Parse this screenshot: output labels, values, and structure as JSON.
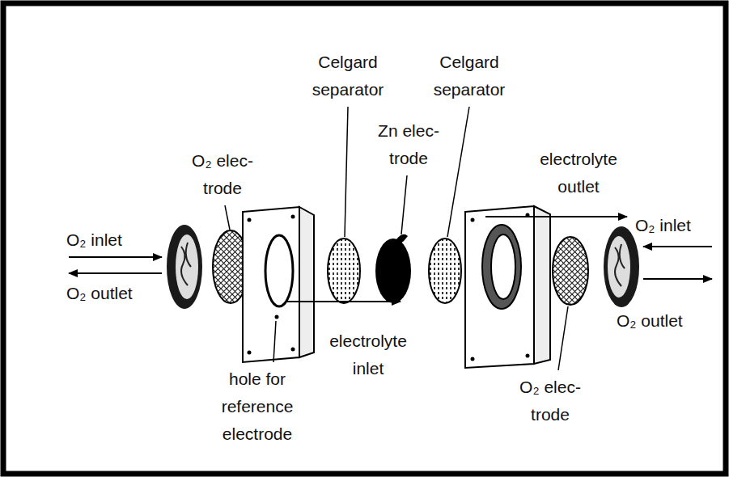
{
  "diagram": {
    "labels": [
      "O₂ inlet",
      "O₂ outlet",
      "O₂ elec- trode",
      "Celgard separator",
      "Zn elec- trode",
      "Celgard separator",
      "electrolyte outlet",
      "O₂ inlet",
      "O₂ outlet",
      "electrolyte inlet",
      "hole for reference electrode",
      "O₂ elec- trode"
    ]
  }
}
